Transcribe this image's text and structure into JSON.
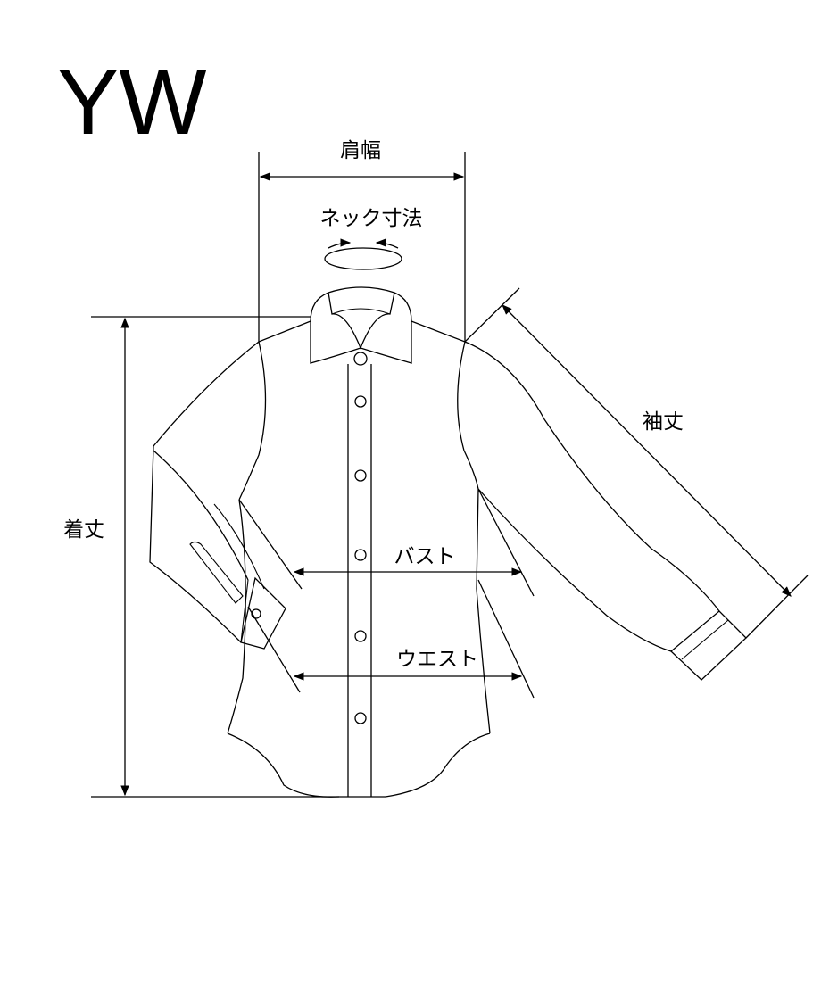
{
  "title": "YW",
  "labels": {
    "shoulder_width": "肩幅",
    "neck_size": "ネック寸法",
    "sleeve_length": "袖丈",
    "body_length": "着丈",
    "bust": "バスト",
    "waist": "ウエスト"
  }
}
